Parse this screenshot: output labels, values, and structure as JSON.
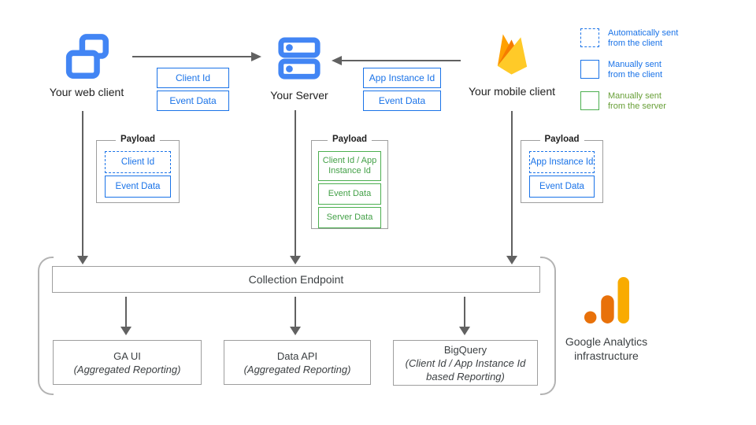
{
  "colors": {
    "accent_blue": "#1a73e8",
    "icon_blue": "#4285f4",
    "green": "#4caf50",
    "arrow_gray": "#616161",
    "box_border_gray": "#9e9e9e",
    "firebase_yellow": "#ffca28",
    "firebase_orange": "#ffa000",
    "firebase_deep_orange": "#f57c00",
    "ga_orange": "#e8710a",
    "ga_amber": "#f9ab00"
  },
  "nodes": {
    "web_client": {
      "label": "Your web client"
    },
    "server": {
      "label": "Your Server"
    },
    "mobile_client": {
      "label": "Your mobile client"
    }
  },
  "flows": {
    "web_to_server": {
      "labels": [
        "Client Id",
        "Event Data"
      ]
    },
    "mobile_to_server": {
      "labels": [
        "App Instance Id",
        "Event Data"
      ]
    }
  },
  "payloads": {
    "web": {
      "title": "Payload",
      "items": [
        {
          "label": "Client Id",
          "style": "automatically-sent-from-client"
        },
        {
          "label": "Event Data",
          "style": "manually-sent-from-client"
        }
      ]
    },
    "server": {
      "title": "Payload",
      "items": [
        {
          "label": "Client Id / App Instance Id",
          "style": "manually-sent-from-server"
        },
        {
          "label": "Event Data",
          "style": "manually-sent-from-server"
        },
        {
          "label": "Server Data",
          "style": "manually-sent-from-server"
        }
      ]
    },
    "mobile": {
      "title": "Payload",
      "items": [
        {
          "label": "App Instance Id",
          "style": "automatically-sent-from-client"
        },
        {
          "label": "Event Data",
          "style": "manually-sent-from-client"
        }
      ]
    }
  },
  "legend": {
    "items": [
      {
        "line1": "Automatically sent",
        "line2": "from the client",
        "style": "dashed-blue"
      },
      {
        "line1": "Manually sent",
        "line2": "from the client",
        "style": "solid-blue"
      },
      {
        "line1": "Manually sent",
        "line2": "from the server",
        "style": "solid-green"
      }
    ]
  },
  "infrastructure": {
    "endpoint_label": "Collection Endpoint",
    "outputs": [
      {
        "title": "GA UI",
        "subtitle": "(Aggregated Reporting)"
      },
      {
        "title": "Data API",
        "subtitle": "(Aggregated Reporting)"
      },
      {
        "title": "BigQuery",
        "subtitle": "(Client Id / App Instance Id based Reporting)"
      }
    ],
    "label": "Google Analytics infrastructure"
  }
}
